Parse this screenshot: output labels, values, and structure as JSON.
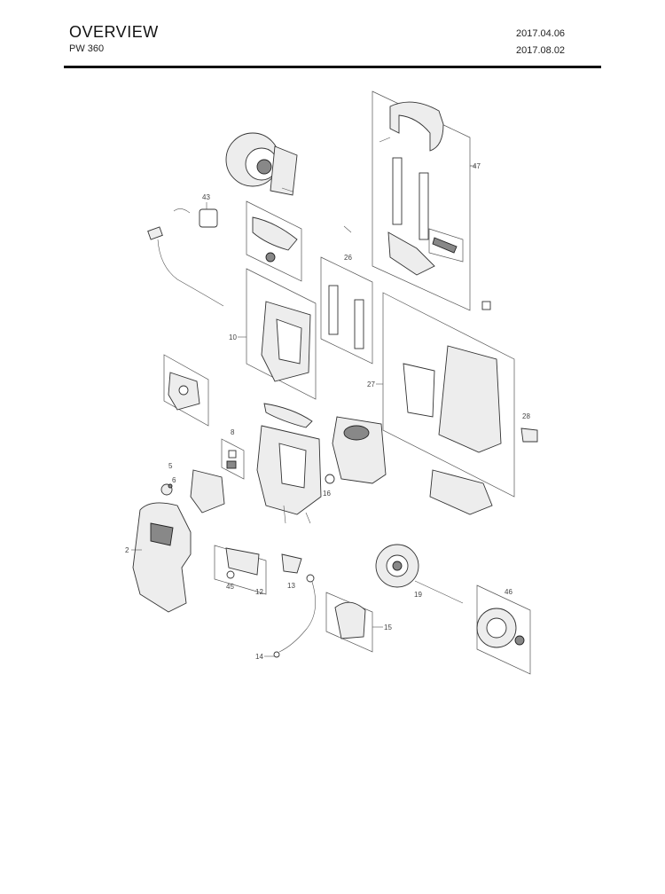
{
  "header": {
    "title": "OVERVIEW",
    "model": "PW 360",
    "date_created": "2017.04.06",
    "date_revised": "2017.08.02"
  },
  "callouts": {
    "c2": "2",
    "c5": "5",
    "c6": "6",
    "c8": "8",
    "c10": "10",
    "c12": "12",
    "c13": "13",
    "c14": "14",
    "c15": "15",
    "c16": "16",
    "c19": "19",
    "c26": "26",
    "c27": "27",
    "c28": "28",
    "c43": "43",
    "c45": "45",
    "c46": "46",
    "c47": "47"
  }
}
